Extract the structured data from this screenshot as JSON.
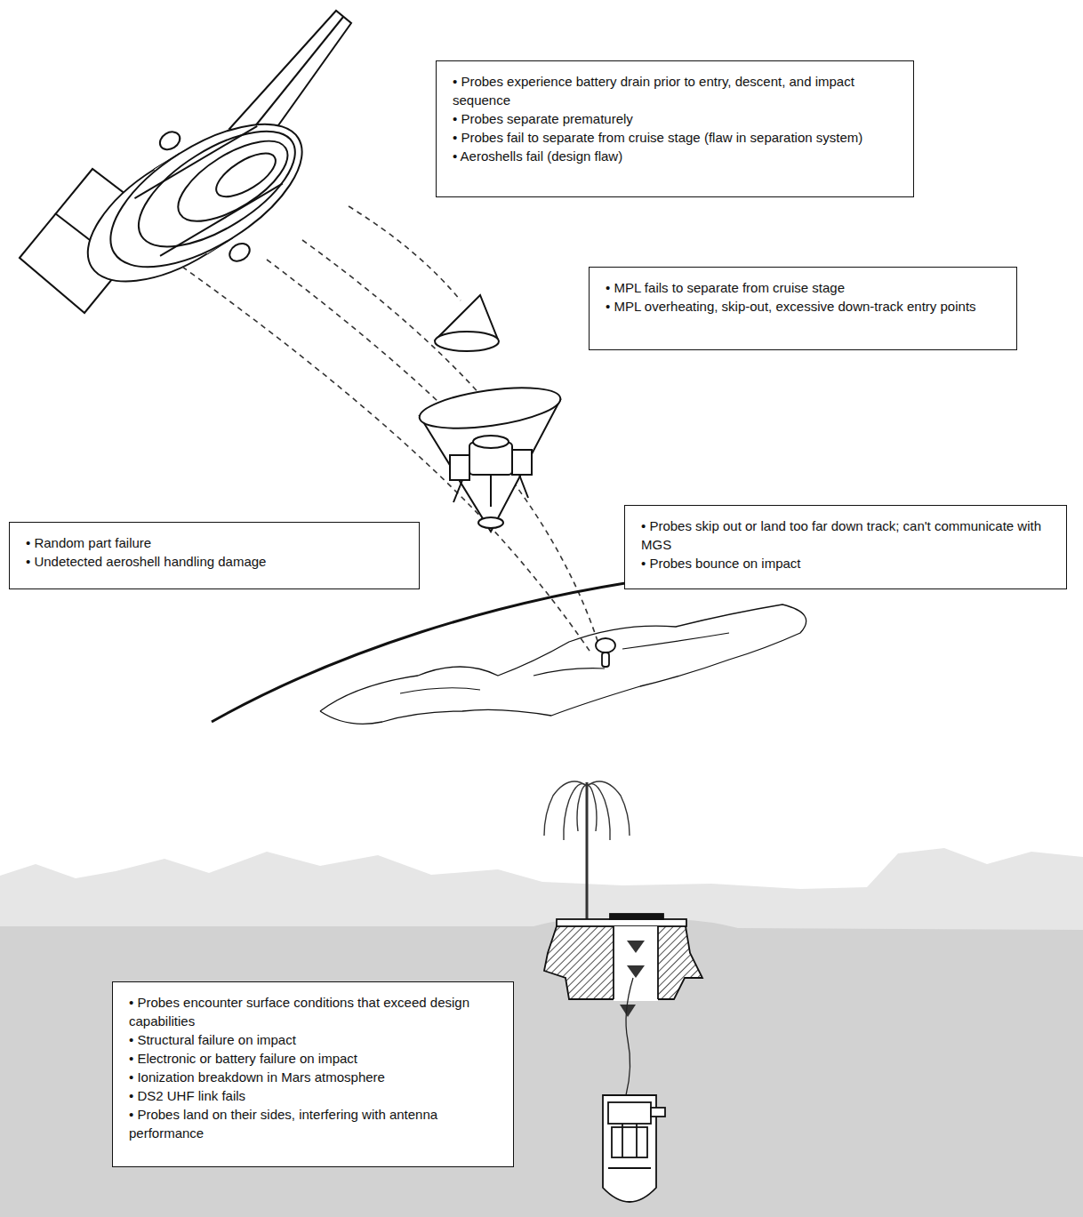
{
  "diagram": {
    "nodes": [
      {
        "text": [
          "• Probes experience battery drain prior to entry, descent, and impact sequence",
          "• Probes separate prematurely",
          "• Probes fail to separate from cruise stage (flaw in separation system)",
          "• Aeroshells fail (design flaw)"
        ]
      },
      {
        "text": [
          "• MPL fails to separate from cruise stage",
          "• MPL overheating, skip-out, excessive down-track entry points"
        ]
      },
      {
        "text": [
          "• Random part failure",
          "• Undetected aeroshell handling damage"
        ]
      },
      {
        "text": [
          "• Probes skip out or land too far down track; can't communicate with MGS",
          "• Probes bounce on impact"
        ]
      },
      {
        "text": [
          "• Probes encounter surface conditions that exceed design capabilities",
          "• Structural failure on impact",
          "• Electronic or battery failure on impact",
          "• Ionization breakdown in Mars atmosphere",
          "• DS2 UHF link fails",
          "• Probes land on their sides, interfering with antenna performance"
        ]
      }
    ]
  }
}
